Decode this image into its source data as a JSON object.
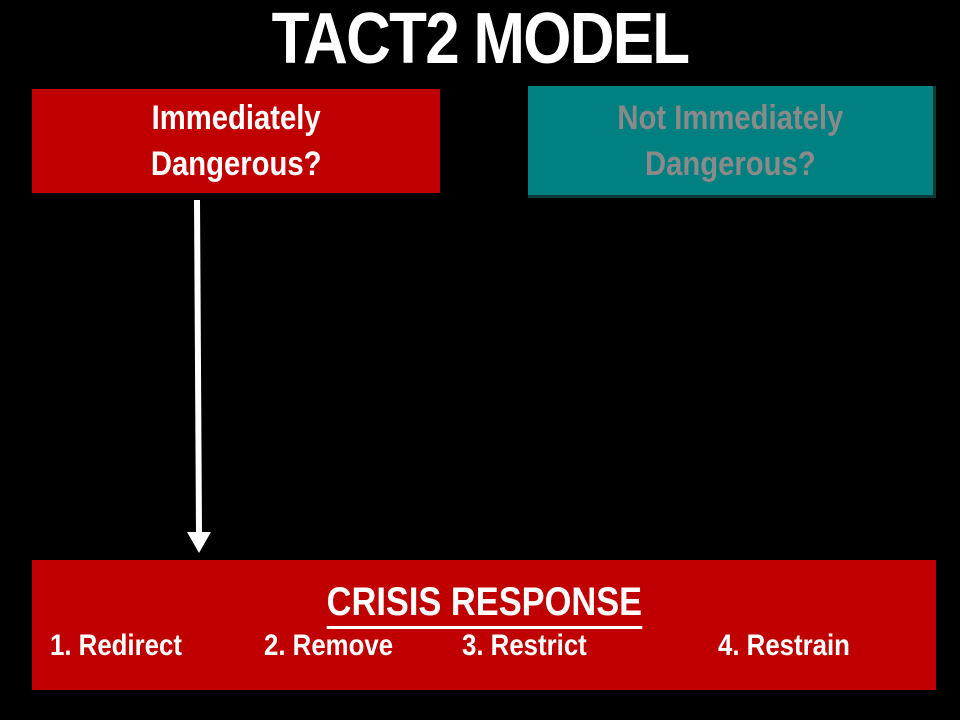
{
  "title": "TACT2 MODEL",
  "nodes": {
    "immediately_dangerous": "Immediately\nDangerous?",
    "not_immediately_dangerous": "Not Immediately\nDangerous?"
  },
  "crisis_response": {
    "title": "CRISIS RESPONSE",
    "steps": [
      "1. Redirect",
      "2. Remove",
      "3. Restrict",
      "4. Restrain"
    ]
  },
  "colors": {
    "background": "#000000",
    "danger_red": "#c00000",
    "teal": "#008080",
    "muted_text": "#8a8a8a",
    "white": "#ffffff"
  }
}
